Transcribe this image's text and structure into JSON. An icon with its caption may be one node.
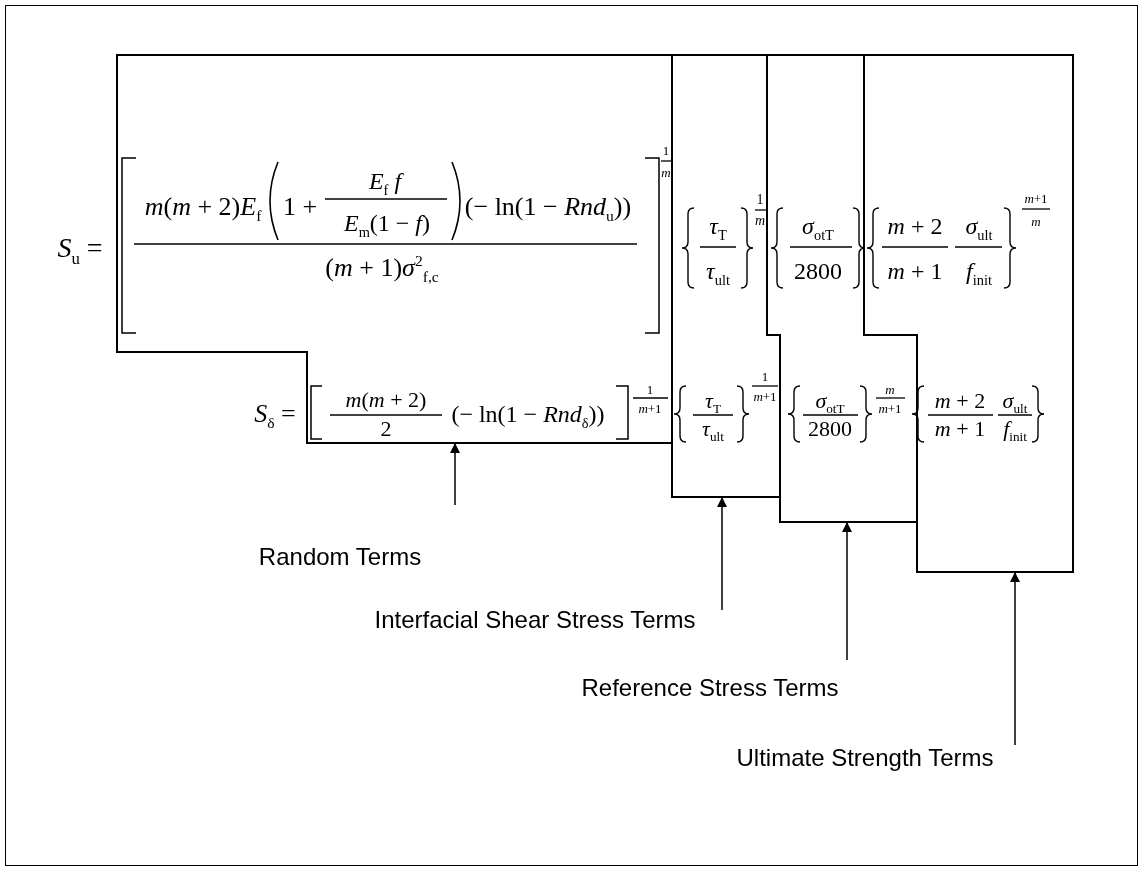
{
  "diagram": {
    "nodes": [
      {
        "text": [],
        "shape": "box"
      },
      {
        "text": [],
        "shape": "box"
      },
      {
        "text": [],
        "shape": "box"
      },
      {
        "text": [],
        "shape": "box"
      },
      {
        "text": [
          "Random Terms"
        ]
      },
      {
        "text": [
          "Interfacial Shear Stress Terms"
        ]
      },
      {
        "text": [
          "Reference Stress Terms"
        ]
      },
      {
        "text": [
          "Ultimate Strength Terms"
        ]
      }
    ],
    "edges": [
      {
        "from": 4,
        "to": 0,
        "arrow": "to"
      },
      {
        "from": 5,
        "to": 1,
        "arrow": "to"
      },
      {
        "from": 6,
        "to": 2,
        "arrow": "to"
      },
      {
        "from": 7,
        "to": 3,
        "arrow": "to"
      }
    ],
    "labels": [
      "*S*$_{u}$ =",
      "*m*(*m* + 2)*E*$_{f}$",
      "1 +",
      "*E*$_{f}$ *f*",
      "*E*$_{m}$(1 − *f*)",
      "(− ln(1 − *Rnd*$_{u}$))",
      "(*m* + 1)*σ*$^{2}$$_{f,c}$",
      "1",
      "m",
      "*τ*$_{T}$",
      "*τ*$_{ult}$",
      "1",
      "m",
      "*σ*$_{otT}$",
      "2800",
      "*m* + 2",
      "*m* + 1",
      "*σ*$_{ult}$",
      "*f*$_{init}$",
      "*m*+1",
      "m",
      "*S*$_{δ}$ =",
      "*m*(*m* + 2)",
      "2",
      "(− ln(1 − *Rnd*$_{δ}$))",
      "1",
      "*m*+1",
      "*τ*$_{T}$",
      "*τ*$_{ult}$",
      "1",
      "*m*+1",
      "*σ*$_{otT}$",
      "2800",
      "m",
      "*m*+1",
      "*m* + 2",
      "*m* + 1",
      "*σ*$_{ult}$",
      "*f*$_{init}$"
    ]
  }
}
